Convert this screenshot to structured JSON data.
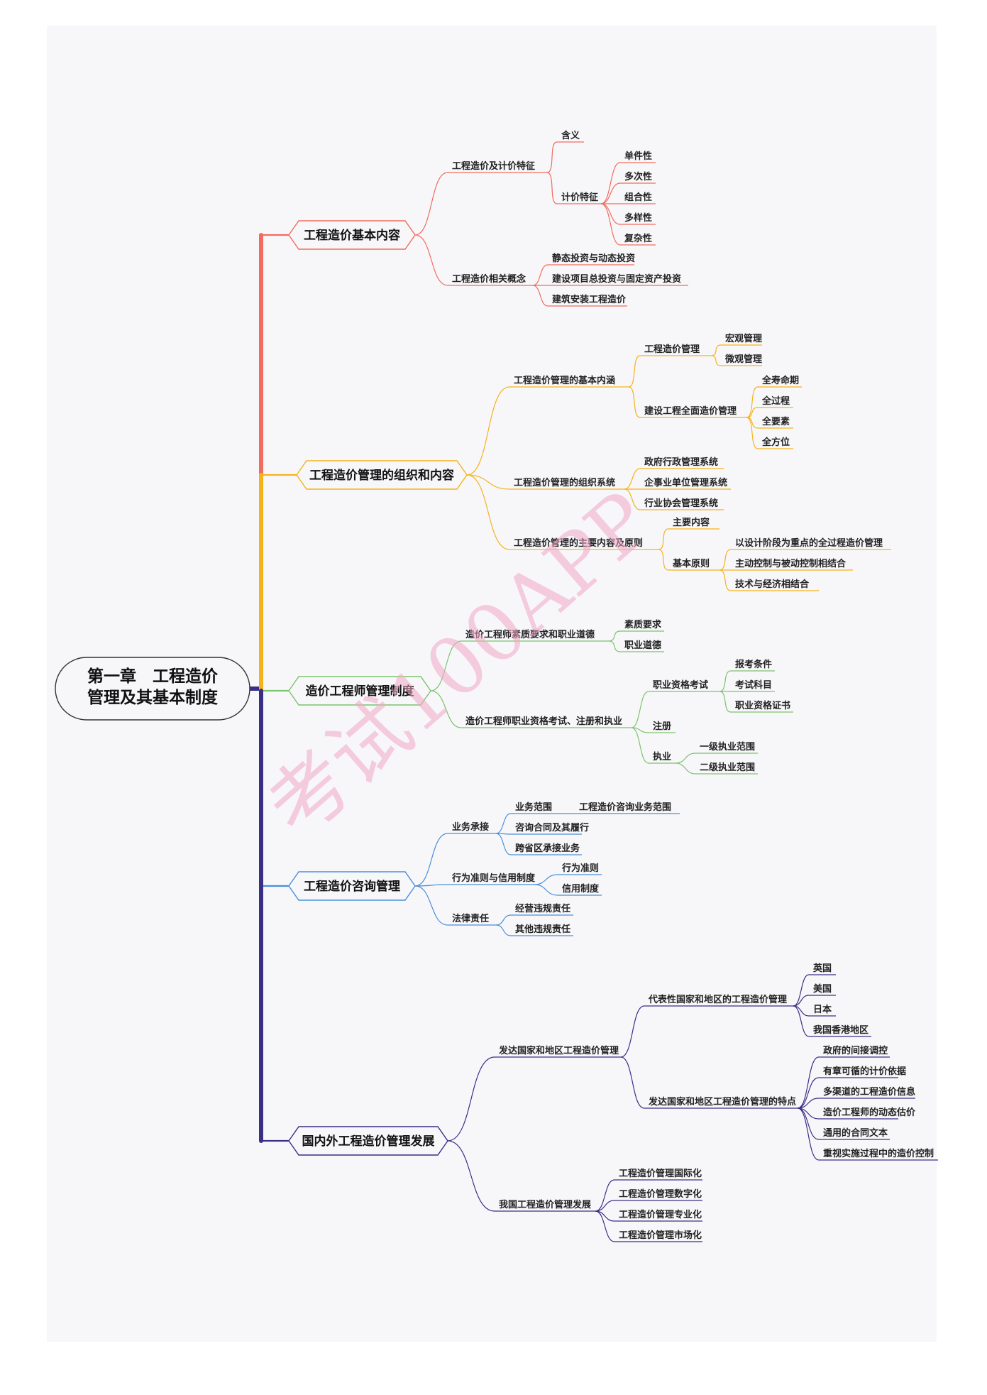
{
  "root": {
    "lines": [
      "第一章　工程造价",
      "管理及其基本制度"
    ]
  },
  "watermark": "考试100APP",
  "colors": {
    "page": "#f7f7fa",
    "branch1": "#f26b5e",
    "branch2": "#f5b21c",
    "branch3": "#7cc36c",
    "branch4": "#4a90d9",
    "branch5": "#3a2f86"
  },
  "branches": [
    {
      "label": "工程造价基本内容",
      "children": [
        {
          "label": "工程造价及计价特征",
          "children": [
            {
              "label": "含义"
            },
            {
              "label": "计价特征",
              "children": [
                {
                  "label": "单件性"
                },
                {
                  "label": "多次性"
                },
                {
                  "label": "组合性"
                },
                {
                  "label": "多样性"
                },
                {
                  "label": "复杂性"
                }
              ]
            }
          ]
        },
        {
          "label": "工程造价相关概念",
          "children": [
            {
              "label": "静态投资与动态投资"
            },
            {
              "label": "建设项目总投资与固定资产投资"
            },
            {
              "label": "建筑安装工程造价"
            }
          ]
        }
      ]
    },
    {
      "label": "工程造价管理的组织和内容",
      "children": [
        {
          "label": "工程造价管理的基本内涵",
          "children": [
            {
              "label": "工程造价管理",
              "children": [
                {
                  "label": "宏观管理"
                },
                {
                  "label": "微观管理"
                }
              ]
            },
            {
              "label": "建设工程全面造价管理",
              "children": [
                {
                  "label": "全寿命期"
                },
                {
                  "label": "全过程"
                },
                {
                  "label": "全要素"
                },
                {
                  "label": "全方位"
                }
              ]
            }
          ]
        },
        {
          "label": "工程造价管理的组织系统",
          "children": [
            {
              "label": "政府行政管理系统"
            },
            {
              "label": "企事业单位管理系统"
            },
            {
              "label": "行业协会管理系统"
            }
          ]
        },
        {
          "label": "工程造价管理的主要内容及原则",
          "children": [
            {
              "label": "主要内容"
            },
            {
              "label": "基本原则",
              "children": [
                {
                  "label": "以设计阶段为重点的全过程造价管理"
                },
                {
                  "label": "主动控制与被动控制相结合"
                },
                {
                  "label": "技术与经济相结合"
                }
              ]
            }
          ]
        }
      ]
    },
    {
      "label": "造价工程师管理制度",
      "children": [
        {
          "label": "造价工程师素质要求和职业道德",
          "children": [
            {
              "label": "素质要求"
            },
            {
              "label": "职业道德"
            }
          ]
        },
        {
          "label": "造价工程师职业资格考试、注册和执业",
          "children": [
            {
              "label": "职业资格考试",
              "children": [
                {
                  "label": "报考条件"
                },
                {
                  "label": "考试科目"
                },
                {
                  "label": "职业资格证书"
                }
              ]
            },
            {
              "label": "注册"
            },
            {
              "label": "执业",
              "children": [
                {
                  "label": "一级执业范围"
                },
                {
                  "label": "二级执业范围"
                }
              ]
            }
          ]
        }
      ]
    },
    {
      "label": "工程造价咨询管理",
      "children": [
        {
          "label": "业务承接",
          "children": [
            {
              "label": "业务范围",
              "children": [
                {
                  "label": "工程造价咨询业务范围"
                }
              ]
            },
            {
              "label": "咨询合同及其履行"
            },
            {
              "label": "跨省区承接业务"
            }
          ]
        },
        {
          "label": "行为准则与信用制度",
          "children": [
            {
              "label": "行为准则"
            },
            {
              "label": "信用制度"
            }
          ]
        },
        {
          "label": "法律责任",
          "children": [
            {
              "label": "经营违规责任"
            },
            {
              "label": "其他违规责任"
            }
          ]
        }
      ]
    },
    {
      "label": "国内外工程造价管理发展",
      "children": [
        {
          "label": "发达国家和地区工程造价管理",
          "children": [
            {
              "label": "代表性国家和地区的工程造价管理",
              "children": [
                {
                  "label": "英国"
                },
                {
                  "label": "美国"
                },
                {
                  "label": "日本"
                },
                {
                  "label": "我国香港地区"
                }
              ]
            },
            {
              "label": "发达国家和地区工程造价管理的特点",
              "children": [
                {
                  "label": "政府的间接调控"
                },
                {
                  "label": "有章可循的计价依据"
                },
                {
                  "label": "多渠道的工程造价信息"
                },
                {
                  "label": "造价工程师的动态估价"
                },
                {
                  "label": "通用的合同文本"
                },
                {
                  "label": "重视实施过程中的造价控制"
                }
              ]
            }
          ]
        },
        {
          "label": "我国工程造价管理发展",
          "children": [
            {
              "label": "工程造价管理国际化"
            },
            {
              "label": "工程造价管理数字化"
            },
            {
              "label": "工程造价管理专业化"
            },
            {
              "label": "工程造价管理市场化"
            }
          ]
        }
      ]
    }
  ]
}
